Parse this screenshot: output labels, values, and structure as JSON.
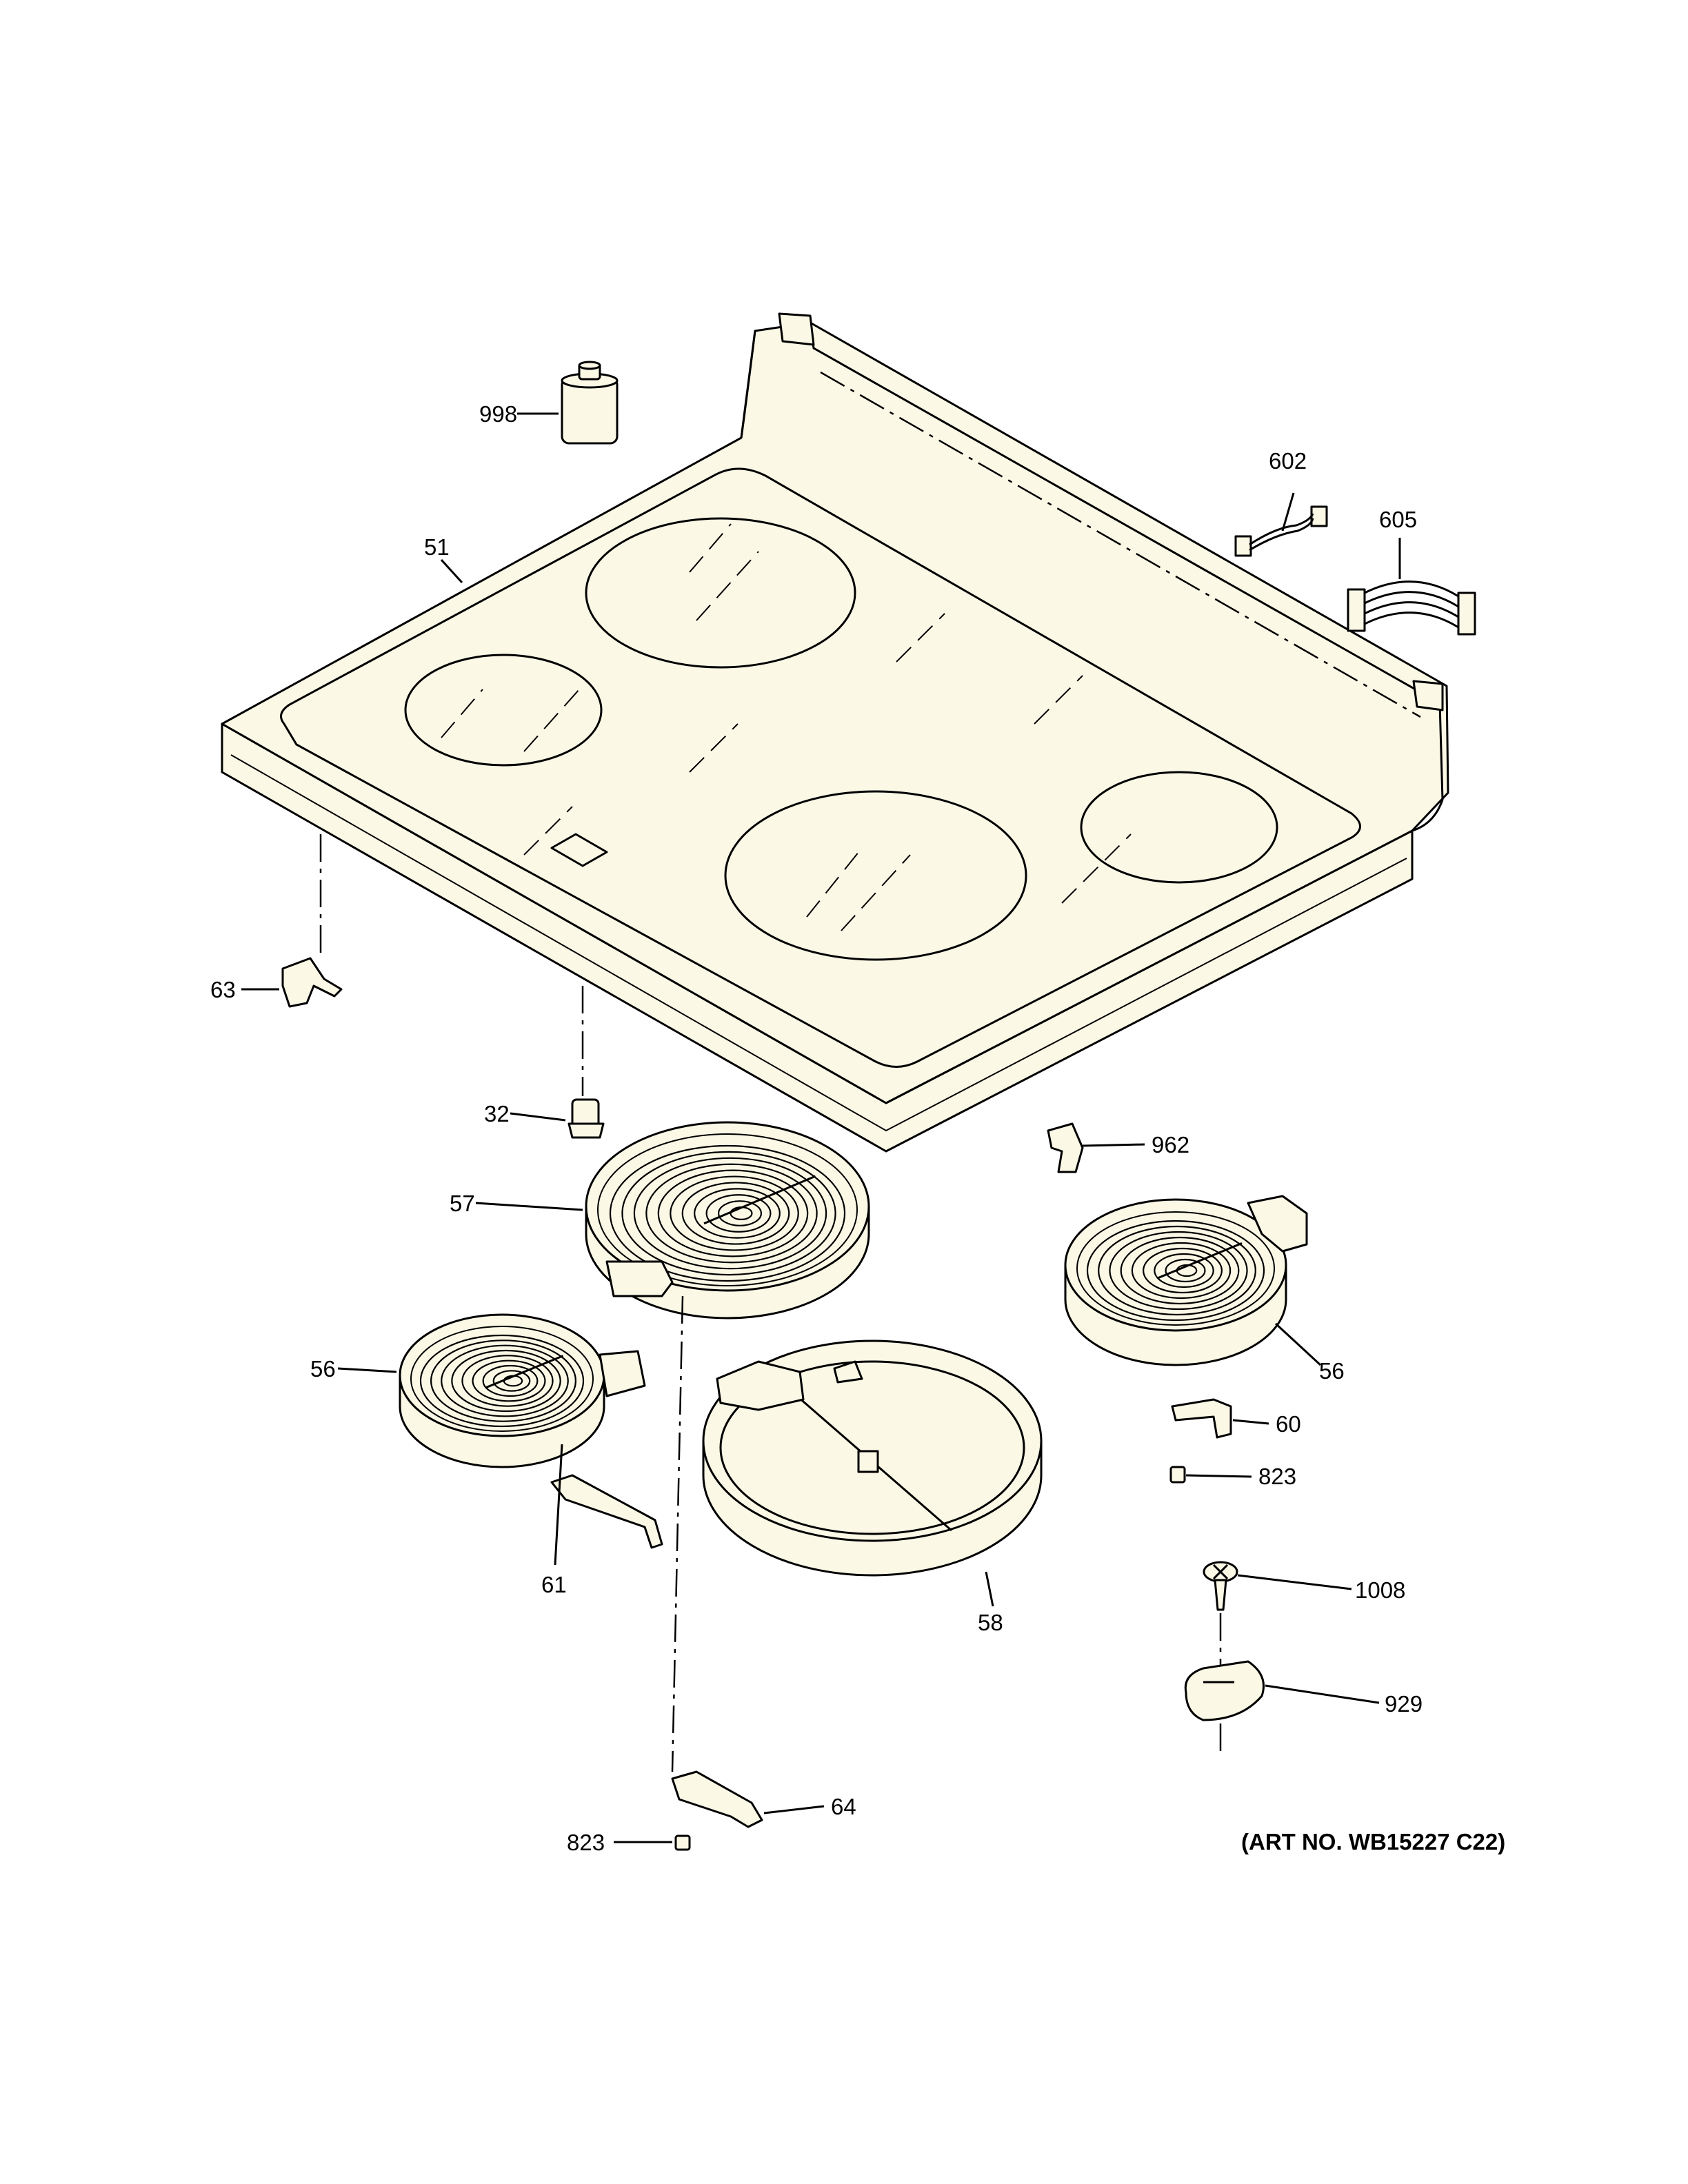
{
  "diagram": {
    "part_labels": {
      "p998": "998",
      "p51": "51",
      "p602": "602",
      "p605": "605",
      "p63": "63",
      "p32": "32",
      "p962": "962",
      "p57": "57",
      "p56_left": "56",
      "p56_right": "56",
      "p60": "60",
      "p823_right": "823",
      "p61": "61",
      "p58": "58",
      "p1008": "1008",
      "p929": "929",
      "p64": "64",
      "p823_bottom": "823"
    },
    "art_number": "(ART NO. WB15227 C22)"
  }
}
